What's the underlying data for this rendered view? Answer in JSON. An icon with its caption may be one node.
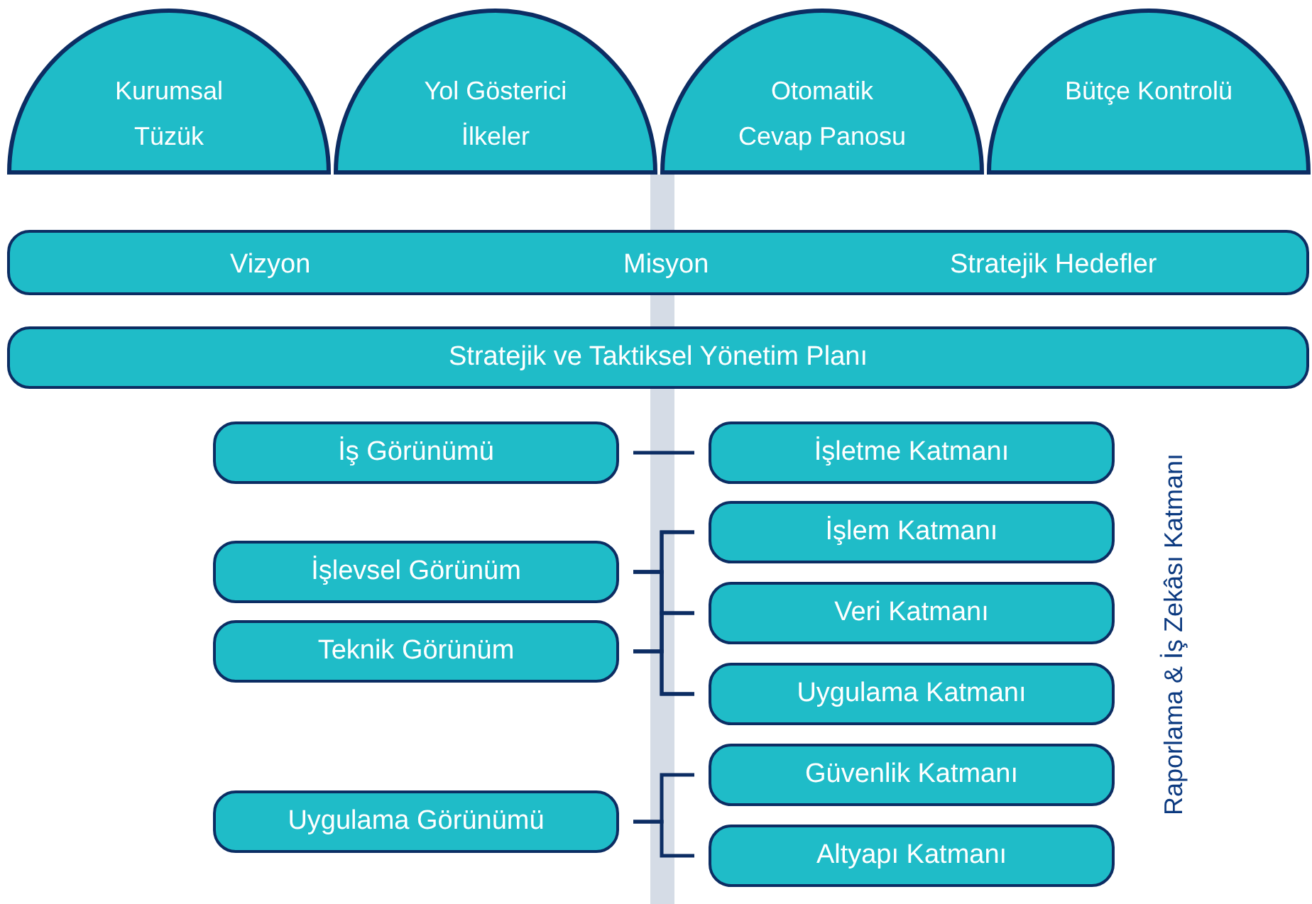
{
  "diagram": {
    "nodes": [
      {
        "text": [
          "Kurumsal Tüzük"
        ]
      },
      {
        "text": [
          "Yol Gösterici İlkeler"
        ]
      },
      {
        "text": [
          "Otomatik Cevap Panosu"
        ]
      },
      {
        "text": [
          "Bütçe Kontrolü"
        ]
      },
      {
        "text": [
          "Vizyon",
          "Misyon",
          "Stratejik Hedefler"
        ]
      },
      {
        "text": [
          "Stratejik ve Taktiksel Yönetim Planı"
        ]
      },
      {
        "text": [
          "İş Görünümü"
        ]
      },
      {
        "text": [
          "İşlevsel Görünüm"
        ]
      },
      {
        "text": [
          "Teknik Görünüm"
        ]
      },
      {
        "text": [
          "Uygulama Görünümü"
        ]
      },
      {
        "text": [
          "İşletme Katmanı"
        ]
      },
      {
        "text": [
          "İşlem Katmanı"
        ]
      },
      {
        "text": [
          "Veri Katmanı"
        ]
      },
      {
        "text": [
          "Uygulama Katmanı"
        ]
      },
      {
        "text": [
          "Güvenlik Katmanı"
        ]
      },
      {
        "text": [
          "Altyapı Katmanı"
        ]
      }
    ],
    "edges": [
      {
        "from": 6,
        "to": 10,
        "arrow": "none"
      },
      {
        "from": 7,
        "to": 11,
        "arrow": "none"
      },
      {
        "from": 7,
        "to": 12,
        "arrow": "none"
      },
      {
        "from": 7,
        "to": 13,
        "arrow": "none"
      },
      {
        "from": 8,
        "to": 11,
        "arrow": "none"
      },
      {
        "from": 8,
        "to": 12,
        "arrow": "none"
      },
      {
        "from": 8,
        "to": 13,
        "arrow": "none"
      },
      {
        "from": 9,
        "to": 14,
        "arrow": "none"
      },
      {
        "from": 9,
        "to": 15,
        "arrow": "none"
      }
    ],
    "labels": [
      "Raporlama & İş Zekâsı Katmanı"
    ]
  }
}
